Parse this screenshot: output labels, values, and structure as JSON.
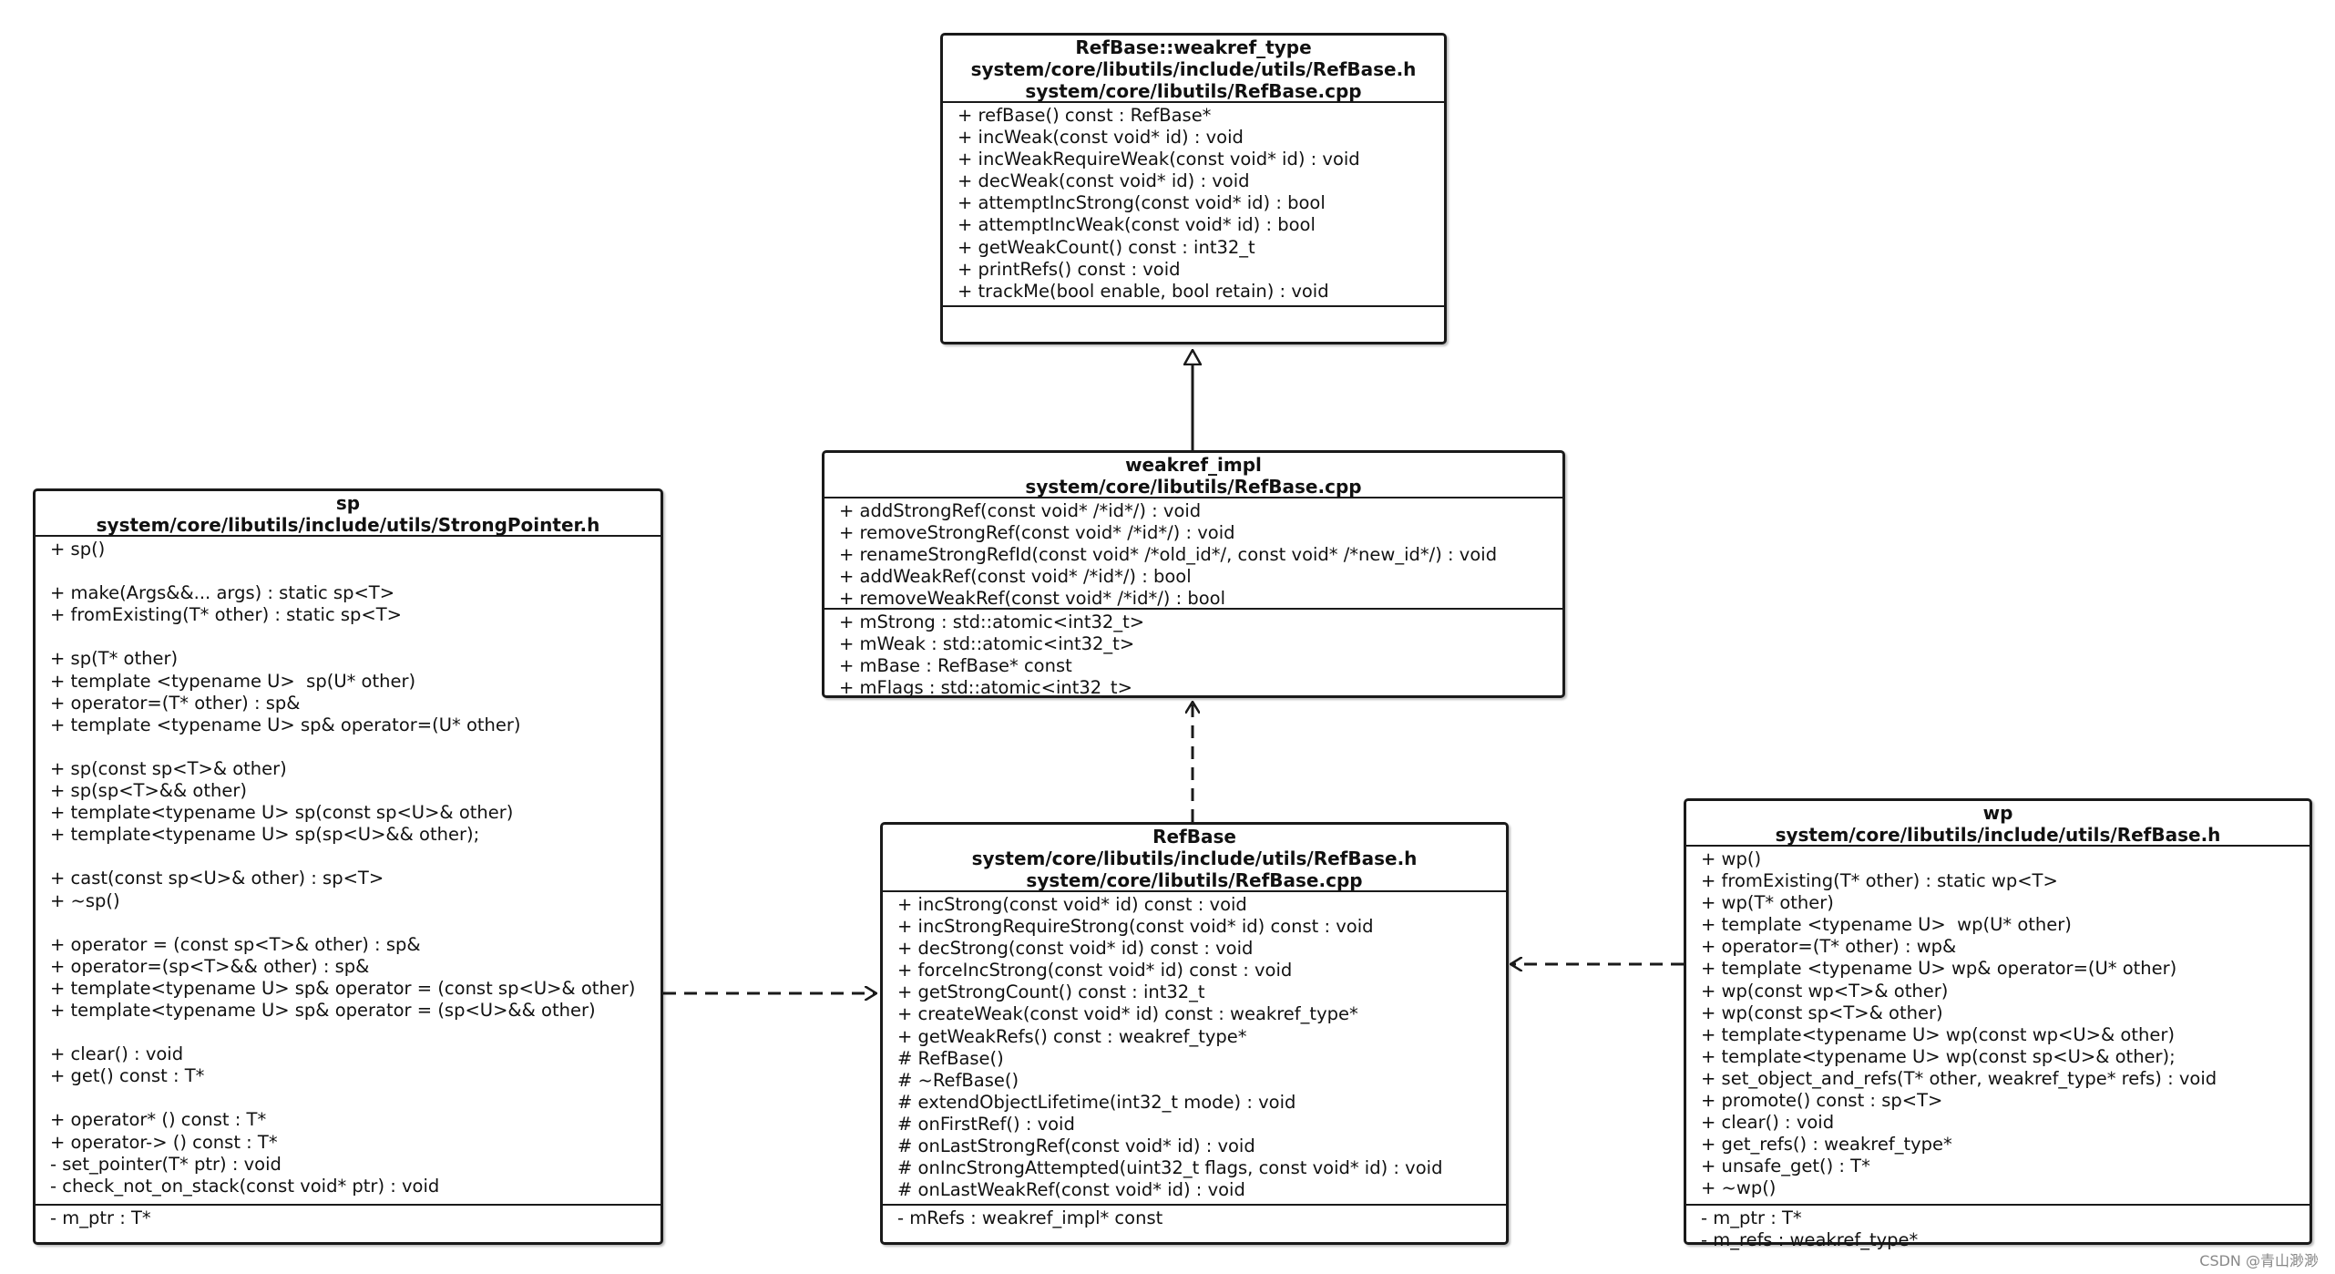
{
  "classes": {
    "weakref_type": {
      "name": "RefBase::weakref_type",
      "files": [
        "system/core/libutils/include/utils/RefBase.h",
        "system/core/libutils/RefBase.cpp"
      ],
      "methods": [
        "+ refBase() const : RefBase*",
        "+ incWeak(const void* id) : void",
        "+ incWeakRequireWeak(const void* id) : void",
        "+ decWeak(const void* id) : void",
        "+ attemptIncStrong(const void* id) : bool",
        "+ attemptIncWeak(const void* id) : bool",
        "+ getWeakCount() const : int32_t",
        "+ printRefs() const : void",
        "+ trackMe(bool enable, bool retain) : void"
      ],
      "attributes": []
    },
    "weakref_impl": {
      "name": "weakref_impl",
      "files": [
        "system/core/libutils/RefBase.cpp"
      ],
      "methods": [
        "+ addStrongRef(const void* /*id*/) : void",
        "+ removeStrongRef(const void* /*id*/) : void",
        "+ renameStrongRefId(const void* /*old_id*/, const void* /*new_id*/) : void",
        "+ addWeakRef(const void* /*id*/) : bool",
        "+ removeWeakRef(const void* /*id*/) : bool"
      ],
      "attributes": [
        "+ mStrong : std::atomic<int32_t>",
        "+ mWeak : std::atomic<int32_t>",
        "+ mBase : RefBase* const",
        "+ mFlags : std::atomic<int32_t>"
      ]
    },
    "sp": {
      "name": "sp",
      "files": [
        "system/core/libutils/include/utils/StrongPointer.h"
      ],
      "methods": [
        "+ sp()",
        "",
        "+ make(Args&&... args) : static sp<T>",
        "+ fromExisting(T* other) : static sp<T>",
        "",
        "+ sp(T* other)",
        "+ template <typename U>  sp(U* other)",
        "+ operator=(T* other) : sp&",
        "+ template <typename U> sp& operator=(U* other)",
        "",
        "+ sp(const sp<T>& other)",
        "+ sp(sp<T>&& other)",
        "+ template<typename U> sp(const sp<U>& other)",
        "+ template<typename U> sp(sp<U>&& other);",
        "",
        "+ cast(const sp<U>& other) : sp<T>",
        "+ ~sp()",
        "",
        "+ operator = (const sp<T>& other) : sp&",
        "+ operator=(sp<T>&& other) : sp&",
        "+ template<typename U> sp& operator = (const sp<U>& other)",
        "+ template<typename U> sp& operator = (sp<U>&& other)",
        "",
        "+ clear() : void",
        "+ get() const : T*",
        "",
        "+ operator* () const : T*",
        "+ operator-> () const : T*",
        "- set_pointer(T* ptr) : void",
        "- check_not_on_stack(const void* ptr) : void"
      ],
      "attributes": [
        "- m_ptr : T*"
      ]
    },
    "refbase": {
      "name": "RefBase",
      "files": [
        "system/core/libutils/include/utils/RefBase.h",
        "system/core/libutils/RefBase.cpp"
      ],
      "methods": [
        "+ incStrong(const void* id) const : void",
        "+ incStrongRequireStrong(const void* id) const : void",
        "+ decStrong(const void* id) const : void",
        "+ forceIncStrong(const void* id) const : void",
        "+ getStrongCount() const : int32_t",
        "+ createWeak(const void* id) const : weakref_type*",
        "+ getWeakRefs() const : weakref_type*",
        "# RefBase()",
        "# ~RefBase()",
        "# extendObjectLifetime(int32_t mode) : void",
        "# onFirstRef() : void",
        "# onLastStrongRef(const void* id) : void",
        "# onIncStrongAttempted(uint32_t flags, const void* id) : void",
        "# onLastWeakRef(const void* id) : void"
      ],
      "attributes": [
        "- mRefs : weakref_impl* const"
      ]
    },
    "wp": {
      "name": "wp",
      "files": [
        "system/core/libutils/include/utils/RefBase.h"
      ],
      "methods": [
        "+ wp()",
        "+ fromExisting(T* other) : static wp<T>",
        "+ wp(T* other)",
        "+ template <typename U>  wp(U* other)",
        "+ operator=(T* other) : wp&",
        "+ template <typename U> wp& operator=(U* other)",
        "+ wp(const wp<T>& other)",
        "+ wp(const sp<T>& other)",
        "+ template<typename U> wp(const wp<U>& other)",
        "+ template<typename U> wp(const sp<U>& other);",
        "+ set_object_and_refs(T* other, weakref_type* refs) : void",
        "+ promote() const : sp<T>",
        "+ clear() : void",
        "+ get_refs() : weakref_type*",
        "+ unsafe_get() : T*",
        "+ ~wp()"
      ],
      "attributes": [
        "- m_ptr : T*",
        "- m_refs : weakref_type*"
      ]
    }
  },
  "watermark": "CSDN @青山渺渺"
}
